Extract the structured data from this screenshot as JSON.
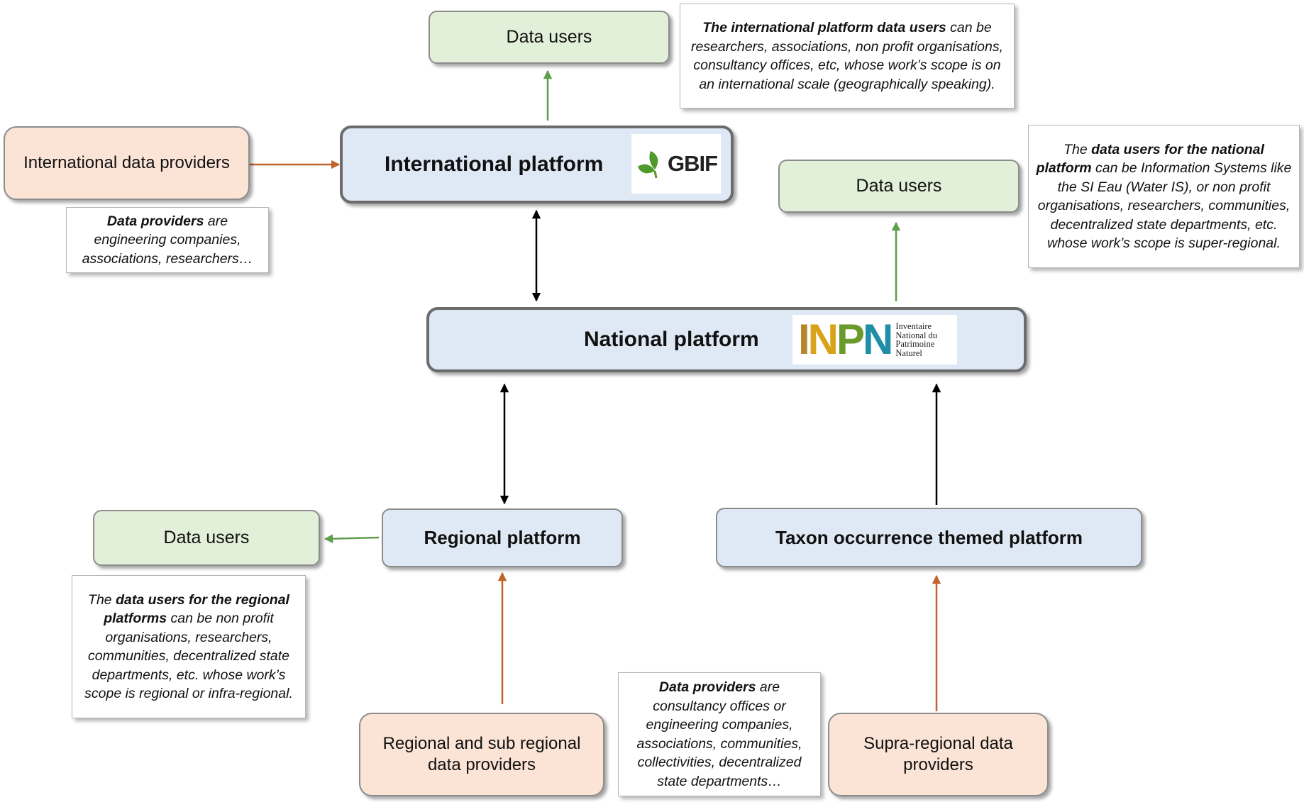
{
  "colors": {
    "users_fill": "#e2efd9",
    "providers_fill": "#fbe3d5",
    "platform_fill": "#dfe9f6",
    "arrow_users": "#5f9e4b",
    "arrow_providers": "#c0632a",
    "arrow_exchange": "#000000"
  },
  "international": {
    "data_users": "Data users",
    "providers": "International data providers",
    "platform": "International platform",
    "logo": {
      "icon": "gbif-leaf-icon",
      "text": "GBIF"
    },
    "users_note": {
      "bold": "The international platform data users",
      "rest": " can be researchers, associations, non profit organisations, consultancy offices, etc, whose work’s scope is on an international scale (geographically speaking)."
    },
    "providers_note": {
      "bold": "Data providers",
      "rest": " are engineering companies, associations, researchers…"
    }
  },
  "national": {
    "platform": "National platform",
    "logo": {
      "letters": [
        "I",
        "N",
        "P",
        "N"
      ],
      "caption": [
        "Inventaire",
        "National du",
        "Patrimoine",
        "Naturel"
      ]
    },
    "data_users": "Data users",
    "users_note": {
      "pre": "The ",
      "bold": "data users for the national platform",
      "rest": " can be Information Systems like the SI Eau (Water IS), or non profit organisations, researchers, communities, decentralized state departments, etc. whose work’s scope is super-regional."
    }
  },
  "regional": {
    "platform": "Regional platform",
    "data_users": "Data users",
    "providers": "Regional and sub regional data providers",
    "users_note": {
      "pre": "The ",
      "bold": "data users for the regional platforms",
      "rest": " can be non profit organisations, researchers, communities, decentralized state departments, etc. whose work’s scope is regional or infra-regional."
    }
  },
  "taxon": {
    "platform": "Taxon occurrence themed platform",
    "providers": "Supra-regional data providers"
  },
  "shared_providers_note": {
    "bold": "Data providers",
    "rest": " are consultancy offices or engineering companies, associations, communities, collectivities, decentralized state departments…"
  }
}
